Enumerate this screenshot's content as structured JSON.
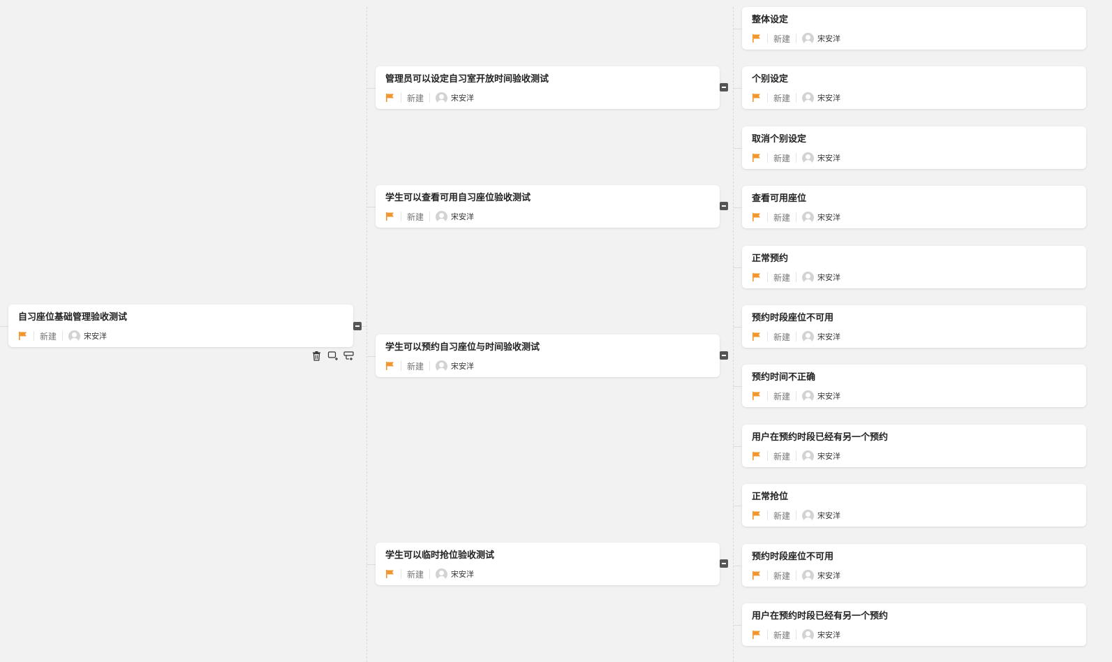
{
  "root": {
    "title": "自习座位基础管理验收测试",
    "status": "新建",
    "owner": "宋安洋"
  },
  "level1": [
    {
      "title": "管理员可以设定自习室开放时间验收测试",
      "status": "新建",
      "owner": "宋安洋"
    },
    {
      "title": "学生可以查看可用自习座位验收测试",
      "status": "新建",
      "owner": "宋安洋"
    },
    {
      "title": "学生可以预约自习座位与时间验收测试",
      "status": "新建",
      "owner": "宋安洋"
    },
    {
      "title": "学生可以临时抢位验收测试",
      "status": "新建",
      "owner": "宋安洋"
    }
  ],
  "level2": [
    {
      "title": "整体设定",
      "status": "新建",
      "owner": "宋安洋"
    },
    {
      "title": "个别设定",
      "status": "新建",
      "owner": "宋安洋"
    },
    {
      "title": "取消个别设定",
      "status": "新建",
      "owner": "宋安洋"
    },
    {
      "title": "查看可用座位",
      "status": "新建",
      "owner": "宋安洋"
    },
    {
      "title": "正常预约",
      "status": "新建",
      "owner": "宋安洋"
    },
    {
      "title": "预约时段座位不可用",
      "status": "新建",
      "owner": "宋安洋"
    },
    {
      "title": "预约时间不正确",
      "status": "新建",
      "owner": "宋安洋"
    },
    {
      "title": "用户在预约时段已经有另一个预约",
      "status": "新建",
      "owner": "宋安洋"
    },
    {
      "title": "正常抢位",
      "status": "新建",
      "owner": "宋安洋"
    },
    {
      "title": "预约时段座位不可用",
      "status": "新建",
      "owner": "宋安洋"
    },
    {
      "title": "用户在预约时段已经有另一个预约",
      "status": "新建",
      "owner": "宋安洋"
    }
  ],
  "icons": {
    "flag": "priority-flag-icon",
    "avatar": "user-avatar-icon",
    "collapse": "collapse-minus-icon",
    "delete": "trash-icon",
    "add_child": "add-child-icon",
    "add_sibling": "add-sibling-icon"
  },
  "colors": {
    "flag": "#f0962d",
    "background": "#f2f2f2",
    "card": "#ffffff"
  }
}
